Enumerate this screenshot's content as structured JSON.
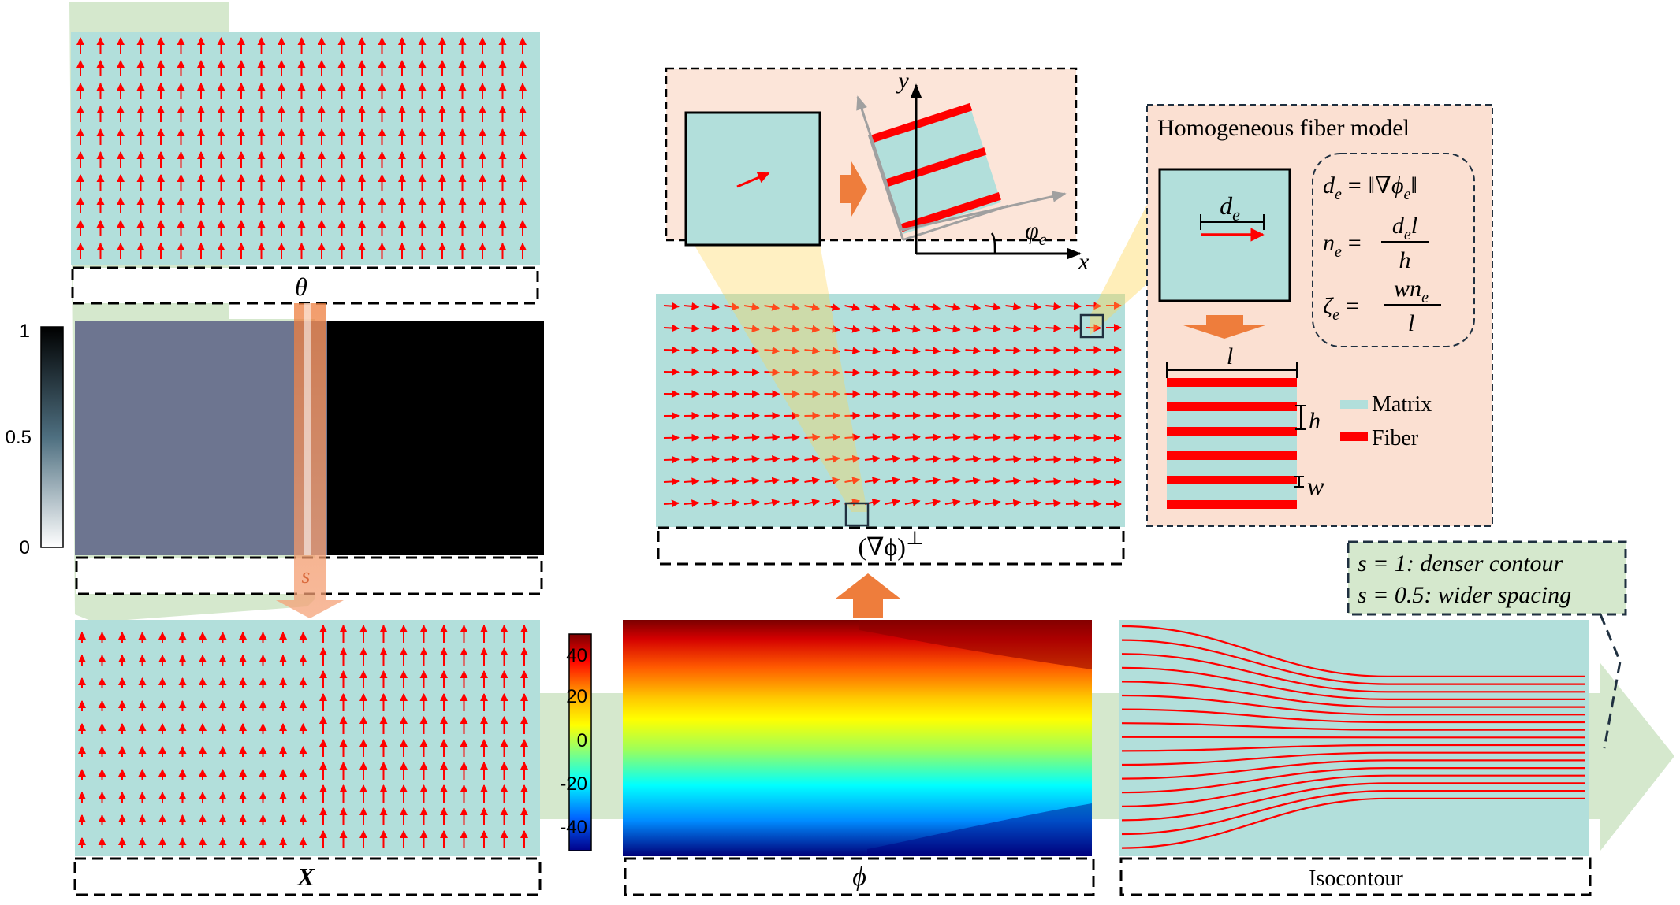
{
  "panels": {
    "theta": {
      "label": "θ"
    },
    "s_map": {
      "arrow_label": "s",
      "colorbar": {
        "ticks": [
          "1",
          "0.5",
          "0"
        ],
        "colors": {
          "low": "#ffffff",
          "high": "#000000"
        }
      },
      "left_value": 0.6,
      "right_value": 1.0
    },
    "x_field": {
      "label": "X"
    },
    "phi": {
      "label": "ϕ",
      "colorbar": {
        "ticks": [
          "40",
          "20",
          "0",
          "-20",
          "-40"
        ],
        "range": [
          -50,
          50
        ]
      }
    },
    "gradient": {
      "label": "(∇ϕ)",
      "superscript": "⊥"
    },
    "isocontour": {
      "label": "Isocontour"
    },
    "rotation_inset": {
      "y_axis": "y",
      "x_axis": "x",
      "angle": "φ",
      "angle_sub": "e"
    },
    "fiber_model": {
      "title": "Homogeneous  fiber model",
      "de_label": "d",
      "de_sub": "e",
      "equations": [
        {
          "lhs": "d",
          "sub": "e",
          "rhs": "= ‖∇ϕ",
          "rhs_sub": "e",
          "rhs_end": "‖"
        },
        {
          "lhs": "n",
          "sub": "e",
          "num": "d",
          "num_sub": "e",
          "num_end": "l",
          "den": "h"
        },
        {
          "lhs": "ζ",
          "sub": "e",
          "num": "wn",
          "num_sub": "e",
          "den": "l"
        }
      ],
      "dims": {
        "length": "l",
        "spacing": "h",
        "width": "w"
      },
      "legend": [
        {
          "name": "Matrix",
          "color": "#b2dfdb"
        },
        {
          "name": "Fiber",
          "color": "#ff0000"
        }
      ]
    },
    "spacing_note": {
      "line1": "s = 1: denser contour",
      "line2": "s = 0.5: wider spacing"
    }
  },
  "colors": {
    "matrix": "#b2dfdb",
    "fiber": "#ff0000",
    "flow": "#d5e8cd",
    "peach": "#fbe0d2",
    "orange": "#ee7d3c",
    "s_left": "#6d7590",
    "s_right": "#000000",
    "note_bg": "#d5e8cd"
  }
}
